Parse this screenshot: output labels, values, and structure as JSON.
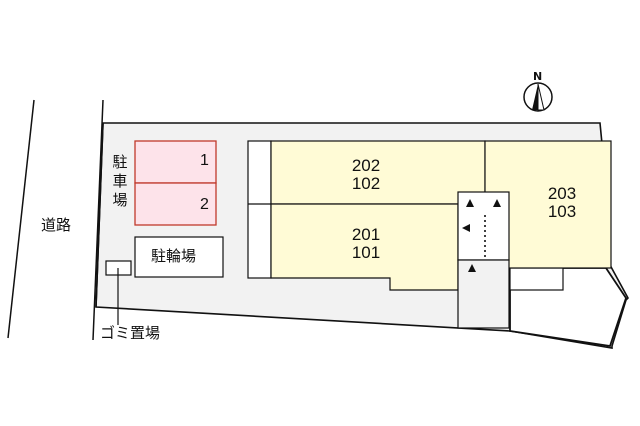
{
  "colors": {
    "lot_fill": "#f2f2f2",
    "building_fill": "#fffbd6",
    "parking_fill": "#fde3ea",
    "parking_border": "#c0392b",
    "line": "#111111"
  },
  "north": {
    "label": "N"
  },
  "road": {
    "label": "道路"
  },
  "parking": {
    "label_chars": [
      "駐",
      "車",
      "場"
    ],
    "spaces": [
      {
        "number": "1"
      },
      {
        "number": "2"
      }
    ]
  },
  "bicycle_parking": {
    "label": "駐輪場"
  },
  "garbage": {
    "label": "ゴミ置場"
  },
  "units": [
    {
      "id": "unit-202-102",
      "upper": "202",
      "lower": "102"
    },
    {
      "id": "unit-201-101",
      "upper": "201",
      "lower": "101"
    },
    {
      "id": "unit-203-103",
      "upper": "203",
      "lower": "103"
    }
  ]
}
